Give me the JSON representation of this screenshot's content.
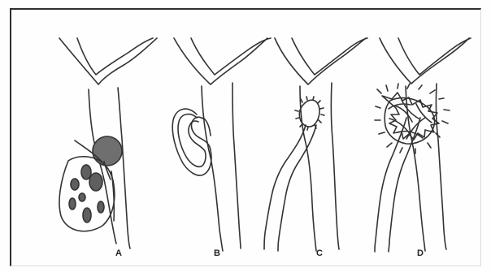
{
  "figure": {
    "panels": [
      {
        "id": "a",
        "label": "A"
      },
      {
        "id": "b",
        "label": "B"
      },
      {
        "id": "c",
        "label": "C"
      },
      {
        "id": "d",
        "label": "D"
      }
    ]
  },
  "colors": {
    "ink": "#333333",
    "fill": "#6f6f6f",
    "background": "#fefefe"
  }
}
